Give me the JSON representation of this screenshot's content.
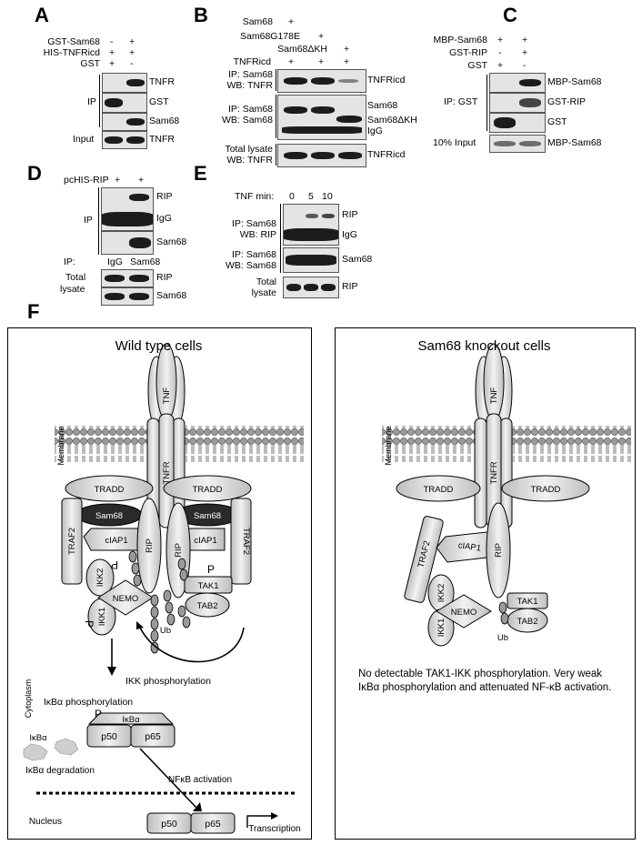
{
  "panel_labels": {
    "A": "A",
    "B": "B",
    "C": "C",
    "D": "D",
    "E": "E",
    "F": "F"
  },
  "panelA": {
    "rows": [
      {
        "label": "GST-Sam68",
        "values": [
          "-",
          "+"
        ]
      },
      {
        "label": "HIS-TNFRicd",
        "values": [
          "+",
          "+"
        ]
      },
      {
        "label": "GST",
        "values": [
          "+",
          "-"
        ]
      }
    ],
    "ip_label": "IP",
    "input_label": "Input",
    "bands": [
      "TNFR",
      "GST",
      "Sam68",
      "TNFR"
    ]
  },
  "panelB": {
    "rows": [
      {
        "label": "Sam68",
        "values": [
          "+",
          "",
          ""
        ]
      },
      {
        "label": "Sam68G178E",
        "values": [
          "",
          "+",
          ""
        ]
      },
      {
        "label": "Sam68ΔKH",
        "values": [
          "",
          "",
          "+"
        ]
      },
      {
        "label": "TNFRicd",
        "values": [
          "+",
          "+",
          "+"
        ]
      }
    ],
    "blot1": [
      "IP: Sam68",
      "WB: TNFR"
    ],
    "blot2": [
      "IP: Sam68",
      "WB: Sam68"
    ],
    "blot3": [
      "Total lysate",
      "WB: TNFR"
    ],
    "bands": {
      "b1": "TNFRicd",
      "b2a": "Sam68",
      "b2b": "Sam68ΔKH",
      "b2c": "IgG",
      "b3": "TNFRicd"
    }
  },
  "panelC": {
    "rows": [
      {
        "label": "MBP-Sam68",
        "values": [
          "+",
          "+"
        ]
      },
      {
        "label": "GST-RIP",
        "values": [
          "-",
          "+"
        ]
      },
      {
        "label": "GST",
        "values": [
          "+",
          "-"
        ]
      }
    ],
    "ip_label": "IP: GST",
    "input_label": "10% Input",
    "bands": [
      "MBP-Sam68",
      "GST-RIP",
      "GST",
      "MBP-Sam68"
    ]
  },
  "panelD": {
    "row": {
      "label": "pcHIS-RIP",
      "values": [
        "+",
        "+"
      ]
    },
    "ip_label": "IP",
    "ip_lanes": {
      "prefix": "IP:",
      "lanes": [
        "IgG",
        "Sam68"
      ]
    },
    "total_label": [
      "Total",
      "lysate"
    ],
    "bands": [
      "RIP",
      "IgG",
      "Sam68",
      "RIP",
      "Sam68"
    ]
  },
  "panelE": {
    "row": {
      "label": "TNF min:",
      "values": [
        "0",
        "5",
        "10"
      ]
    },
    "blot1": [
      "IP: Sam68",
      "WB: RIP"
    ],
    "blot2": [
      "IP: Sam68",
      "WB: Sam68"
    ],
    "blot3": [
      "Total",
      "lysate"
    ],
    "bands": [
      "RIP",
      "IgG",
      "Sam68",
      "RIP"
    ]
  },
  "panelF": {
    "wt": {
      "title": "Wild type cells",
      "membrane": "Membrane",
      "cytoplasm": "Cytoplasm",
      "nucleus": "Nucleus",
      "labels": {
        "tnf": "TNF",
        "tnfr": "TNFR",
        "tradd": "TRADD",
        "sam68": "Sam68",
        "traf2": "TRAF2",
        "ciap1": "cIAP1",
        "rip": "RIP",
        "ikk2": "IKK2",
        "ikk1": "IKK1",
        "nemo": "NEMO",
        "tak1": "TAK1",
        "tab2": "TAB2",
        "ub": "Ub",
        "p": "P",
        "ikk_phos": "IKK phosphorylation",
        "ikba_phos": "IκBα phosphorylation",
        "ikba": "IκBα",
        "p50": "p50",
        "p65": "p65",
        "ikba_deg": "IκBα degradation",
        "nfkb": "NFκB activation",
        "transcription": "Transcription"
      }
    },
    "ko": {
      "title": "Sam68 knockout cells",
      "membrane": "Membrane",
      "note": "No detectable TAK1-IKK phosphorylation. Very weak IκBα phosphorylation and attenuated NF-κB activation."
    },
    "colors": {
      "protein": "#d9d9d9",
      "sam68": "#2a2a2a",
      "ub": "#9a9a9a",
      "outline": "#000000"
    }
  }
}
